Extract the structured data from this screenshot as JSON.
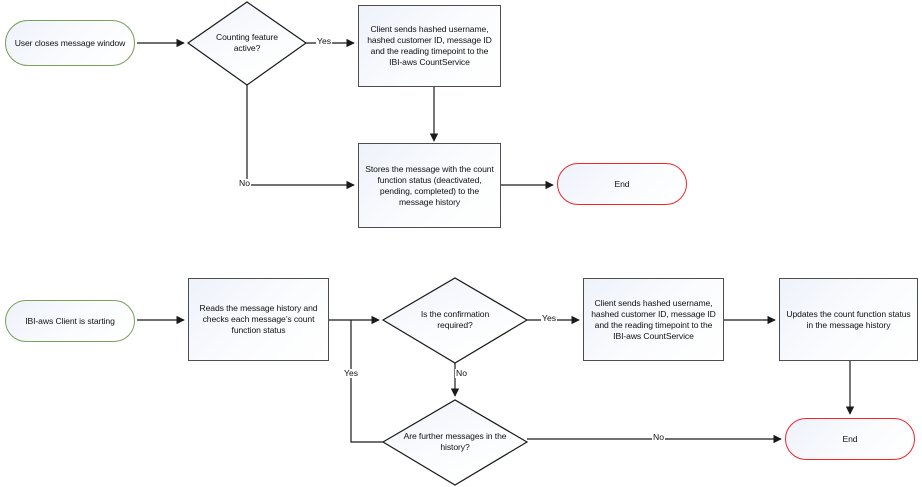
{
  "diagram": {
    "type": "flowchart",
    "title": "",
    "background_color": "#ffffff",
    "colors": {
      "start_border": "#7ba05b",
      "end_border": "#f5232b",
      "process_border": "#4d4d4d",
      "decision_border": "#1a1a1a",
      "edge": "#1a1a1a",
      "text": "#111111",
      "node_fill_top": "#eef2fa",
      "node_fill_bottom": "#ffffff"
    }
  },
  "flows": [
    {
      "id": "flow-top",
      "name": "message-close-flow",
      "nodes": {
        "start": {
          "shape": "terminator-start",
          "label": "User closes message window"
        },
        "decision": {
          "shape": "decision",
          "label": "Counting feature active?"
        },
        "send": {
          "shape": "process",
          "label": "Client sends hashed username, hashed customer ID, message ID and the reading timepoint to the IBI-aws CountService"
        },
        "store": {
          "shape": "process",
          "label": "Stores the message with the count function status (deactivated, pending, completed) to the message history"
        },
        "end": {
          "shape": "terminator-end",
          "label": "End"
        }
      },
      "edge_labels": {
        "yes": "Yes",
        "no": "No"
      }
    },
    {
      "id": "flow-bottom",
      "name": "client-startup-flow",
      "nodes": {
        "start": {
          "shape": "terminator-start",
          "label": "IBI-aws Client is starting"
        },
        "reads": {
          "shape": "process",
          "label": "Reads the message history and checks each message’s count function status"
        },
        "confirm": {
          "shape": "decision",
          "label": "Is the confirmation required?"
        },
        "send": {
          "shape": "process",
          "label": "Client sends hashed username, hashed customer ID, message ID and the reading timepoint to the IBI-aws CountService"
        },
        "update": {
          "shape": "process",
          "label": "Updates the count function status in the message history"
        },
        "further": {
          "shape": "decision",
          "label": "Are further messages in the history?"
        },
        "end": {
          "shape": "terminator-end",
          "label": "End"
        }
      },
      "edge_labels": {
        "yes_confirm": "Yes",
        "no_confirm": "No",
        "yes_loop": "Yes",
        "no_further": "No"
      }
    }
  ]
}
